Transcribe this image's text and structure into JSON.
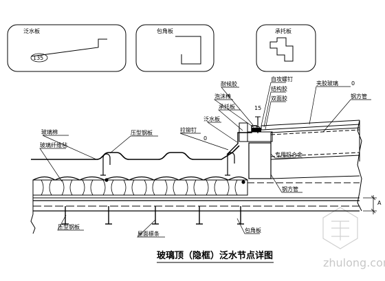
{
  "drawing": {
    "title": "玻璃顶（隐框）泛水节点详图",
    "watermark": "zhulong.com",
    "detail_labels": {
      "flashing_panel": "泛水板",
      "wrap_angle_panel": "包角板",
      "bearing_panel": "承托板"
    },
    "angle_label": "135",
    "small_dim": "15",
    "dim_a": "A",
    "zero_mark_1": "0",
    "zero_mark_2": "0",
    "labels": {
      "weather_sealant": "耐候胶",
      "foam_rod": "泡沫棒",
      "bearing_panel": "承托板",
      "self_tapping_screw": "自攻螺钉",
      "structural_glue": "结构胶",
      "double_sided_tape": "双面胶",
      "glazing_glass": "夹胶玻璃",
      "steel_square_tube_top": "钢方管",
      "flashing_panel": "泛水板",
      "pull_rivet": "拉铆钉",
      "profiled_panel_top": "压型钢板",
      "fire_rock_wool": "玻璃棉",
      "glass_fiber_felt": "玻璃纤维毡",
      "special_alloy": "专用铝合金",
      "steel_square_tube_bottom": "钢方管",
      "profiled_panel_bottom": "压型钢板",
      "roof_purlin": "屋面檩条",
      "wrap_angle_panel": "包角板"
    }
  }
}
